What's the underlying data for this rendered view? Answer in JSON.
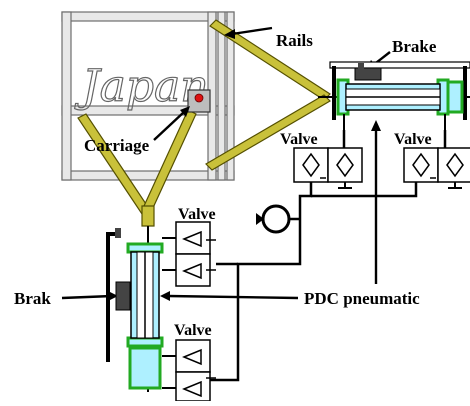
{
  "labels": {
    "rails": "Rails",
    "brake_top": "Brake",
    "carriage": "Carriage",
    "valve_top_left": "Valve",
    "valve_top_right": "Valve",
    "valve_mid": "Valve",
    "valve_bottom": "Valve",
    "brake_left": "Brak",
    "pdc_pneumatic": "PDC pneumatic"
  },
  "handwriting": "Japan",
  "colors": {
    "frame": "#8a8a8a",
    "rail_fill": "#c9c13a",
    "rail_stroke": "#555000",
    "cylinder_green": "#22aa22",
    "cylinder_cyan": "#aef0ff",
    "brake_dark": "#444444",
    "carriage_red": "#dd1111",
    "line": "#000000"
  }
}
